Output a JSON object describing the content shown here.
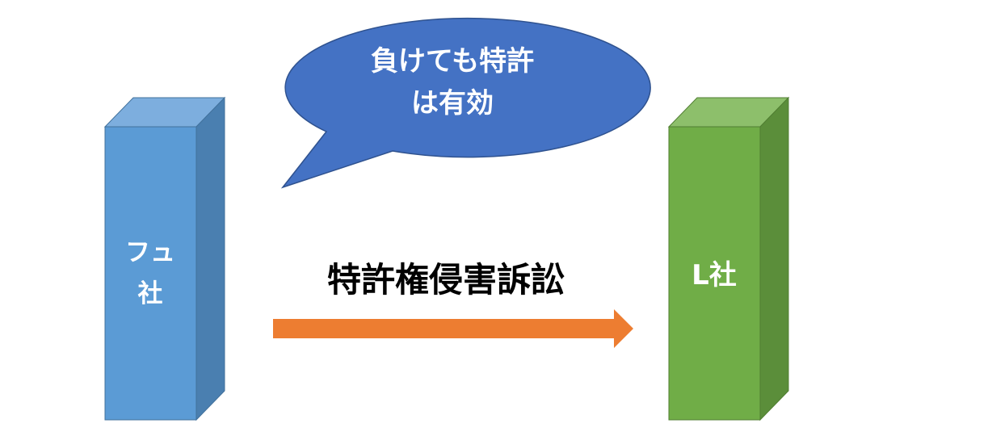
{
  "left_block": {
    "line1": "フュ",
    "line2": "社",
    "colors": {
      "front": "#5b9bd5",
      "top": "#7daede",
      "side": "#4a7fb0",
      "edge": "#41719c"
    }
  },
  "right_block": {
    "label": "L社",
    "colors": {
      "front": "#70ad47",
      "top": "#8dbf6b",
      "side": "#5b8e3a",
      "edge": "#507e32"
    }
  },
  "speech_bubble": {
    "line1": "負けても特許",
    "line2": "は有効",
    "colors": {
      "fill": "#4472c4",
      "edge": "#2f528f"
    }
  },
  "arrow": {
    "label": "特許権侵害訴訟",
    "color": "#ed7d31"
  }
}
